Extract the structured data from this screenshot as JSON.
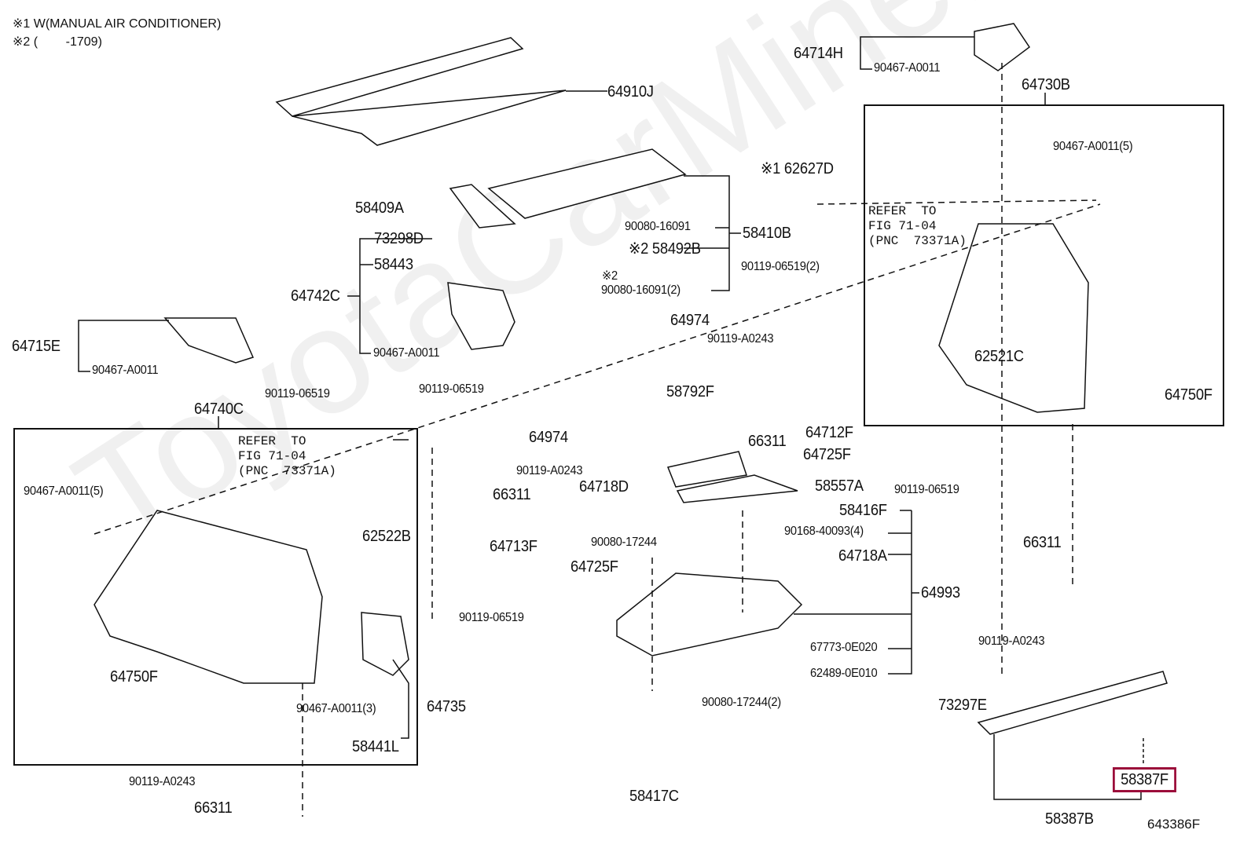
{
  "notes": [
    "※1 W(MANUAL AIR CONDITIONER)",
    "※2 (        -1709)"
  ],
  "watermark": "ToyotaCarMine.ru",
  "figure_code": "643386F",
  "refer_left": "REFER  TO\nFIG 71-04\n(PNC  73371A)",
  "refer_right": "REFER  TO\nFIG 71-04\n(PNC  73371A)",
  "highlight_color": "#9b0d3a",
  "labels": [
    "64714H",
    "90467-A0011",
    "64730B",
    "64910J",
    "90467-A0011(5)",
    "※1 62627D",
    "58409A",
    "90080-16091",
    "58410B",
    "73298D",
    "※2 58492B",
    "58443",
    "90119-06519(2)",
    "※2",
    "90080-16091(2)",
    "64742C",
    "64974",
    "90119-A0243",
    "64715E",
    "62521C",
    "90467-A0011",
    "90467-A0011",
    "64750F",
    "90119-06519",
    "90119-06519",
    "58792F",
    "64740C",
    "64974",
    "66311",
    "64712F",
    "64725F",
    "90119-A0243",
    "90467-A0011(5)",
    "66311",
    "64718D",
    "58557A",
    "90119-06519",
    "58416F",
    "90168-40093(4)",
    "62522B",
    "64713F",
    "90080-17244",
    "66311",
    "64718A",
    "64725F",
    "64993",
    "90119-06519",
    "90119-A0243",
    "67773-0E020",
    "64750F",
    "62489-0E010",
    "73297E",
    "90080-17244(2)",
    "64735",
    "90467-A0011(3)",
    "58441L",
    "90119-A0243",
    "58387F",
    "66311",
    "58417C",
    "58387B"
  ]
}
